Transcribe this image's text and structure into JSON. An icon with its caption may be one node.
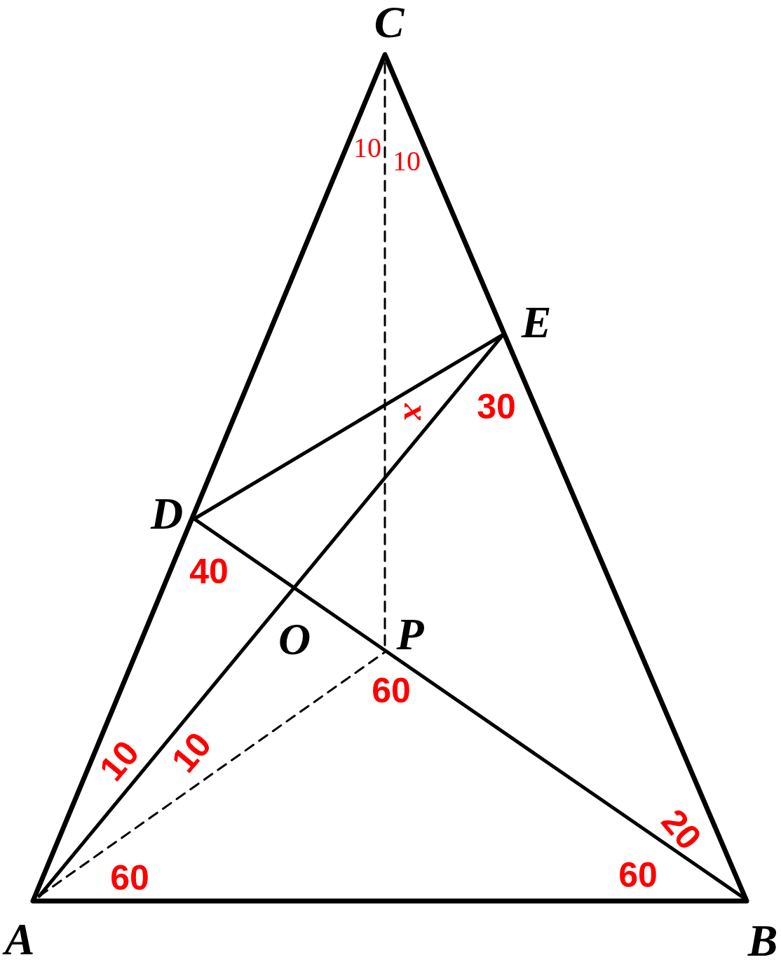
{
  "diagram": {
    "labels": [
      "C",
      "10",
      "10",
      "E",
      "30",
      "x",
      "D",
      "40",
      "O",
      "P",
      "60",
      "10",
      "10",
      "20",
      "60",
      "60",
      "A",
      "B"
    ]
  }
}
